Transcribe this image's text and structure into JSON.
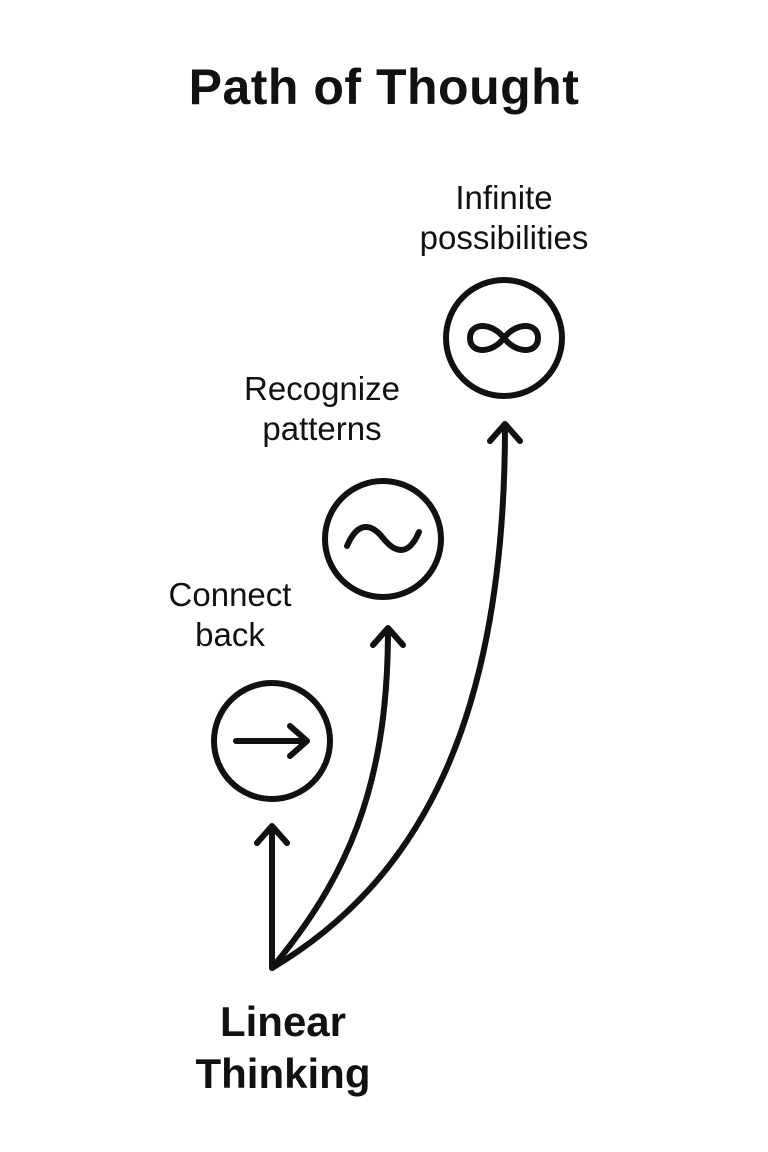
{
  "title": "Path of Thought",
  "root": {
    "line1": "Linear",
    "line2": "Thinking"
  },
  "nodes": [
    {
      "id": "connect-back",
      "icon": "arrow-right-icon",
      "line1": "Connect",
      "line2": "back"
    },
    {
      "id": "recognize-patterns",
      "icon": "tilde-wave-icon",
      "line1": "Recognize",
      "line2": "patterns"
    },
    {
      "id": "infinite-possibilities",
      "icon": "infinity-icon",
      "line1": "Infinite",
      "line2": "possibilities"
    }
  ],
  "colors": {
    "stroke": "#111111",
    "background": "#ffffff"
  }
}
